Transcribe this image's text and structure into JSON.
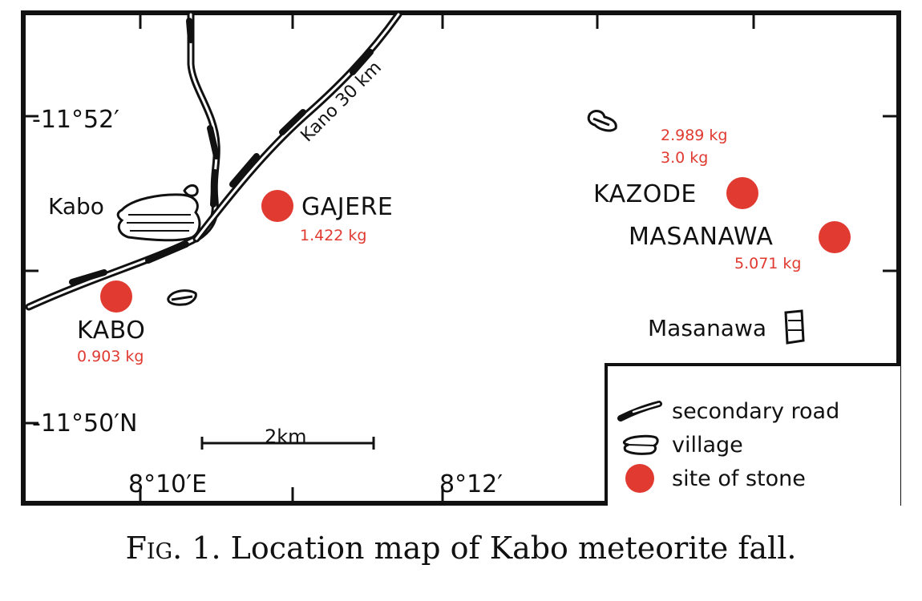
{
  "map": {
    "coords": {
      "lat_north": "-11°52′",
      "lat_south": "-11°50′N",
      "lon_west": "8°10′E",
      "lon_east": "8°12′"
    },
    "road_label": "Kano 30 km",
    "towns": {
      "kabo": "Kabo",
      "masanawa": "Masanawa"
    },
    "scale_bar": "2km",
    "sites": [
      {
        "name": "GAJERE",
        "mass": "1.422 kg"
      },
      {
        "name": "KABO",
        "mass": "0.903 kg"
      },
      {
        "name": "KAZODE",
        "mass_1": "2.989 kg",
        "mass_2": "3.0 kg"
      },
      {
        "name": "MASANAWA",
        "mass": "5.071 kg"
      }
    ],
    "legend": {
      "secondary_road": "secondary road",
      "village": "village",
      "site_of_stone": "site of stone"
    },
    "colors": {
      "site_marker": "#e03a31",
      "mass_text": "#e03a31",
      "ink": "#111111"
    },
    "icons": {
      "site": "red-dot-icon",
      "village": "village-outline-icon",
      "road": "double-line-road-icon"
    }
  },
  "caption": {
    "prefix": "Fig. 1.",
    "text": "Location map of Kabo meteorite fall."
  }
}
